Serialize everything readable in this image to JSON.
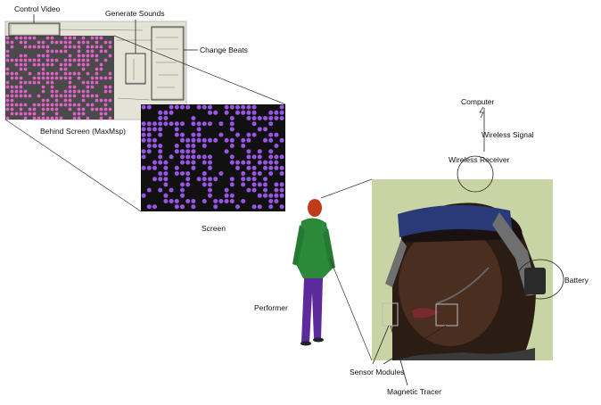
{
  "labels": {
    "control_video": "Control Video",
    "generate_sounds": "Generate Sounds",
    "change_beats": "Change Beats",
    "behind_screen": "Behind Screen (MaxMsp)",
    "screen": "Screen",
    "performer": "Performer",
    "computer": "Computer",
    "wireless_signal": "Wireless Signal",
    "wireless_receiver": "Wireless Receiver",
    "battery": "Battery",
    "sensor_modules": "Sensor Modules",
    "magnetic_tracer": "Magnetic Tracer"
  },
  "colors": {
    "maxmsp_dots": "#e060c8",
    "screen_dots": "#9a55e8",
    "panel_bg": "#4a4a4a",
    "screen_bg": "#111111",
    "patcher_bg": "#e4e4d6",
    "photo_wall": "#c9d4a4",
    "headband": "#2a3a78"
  }
}
